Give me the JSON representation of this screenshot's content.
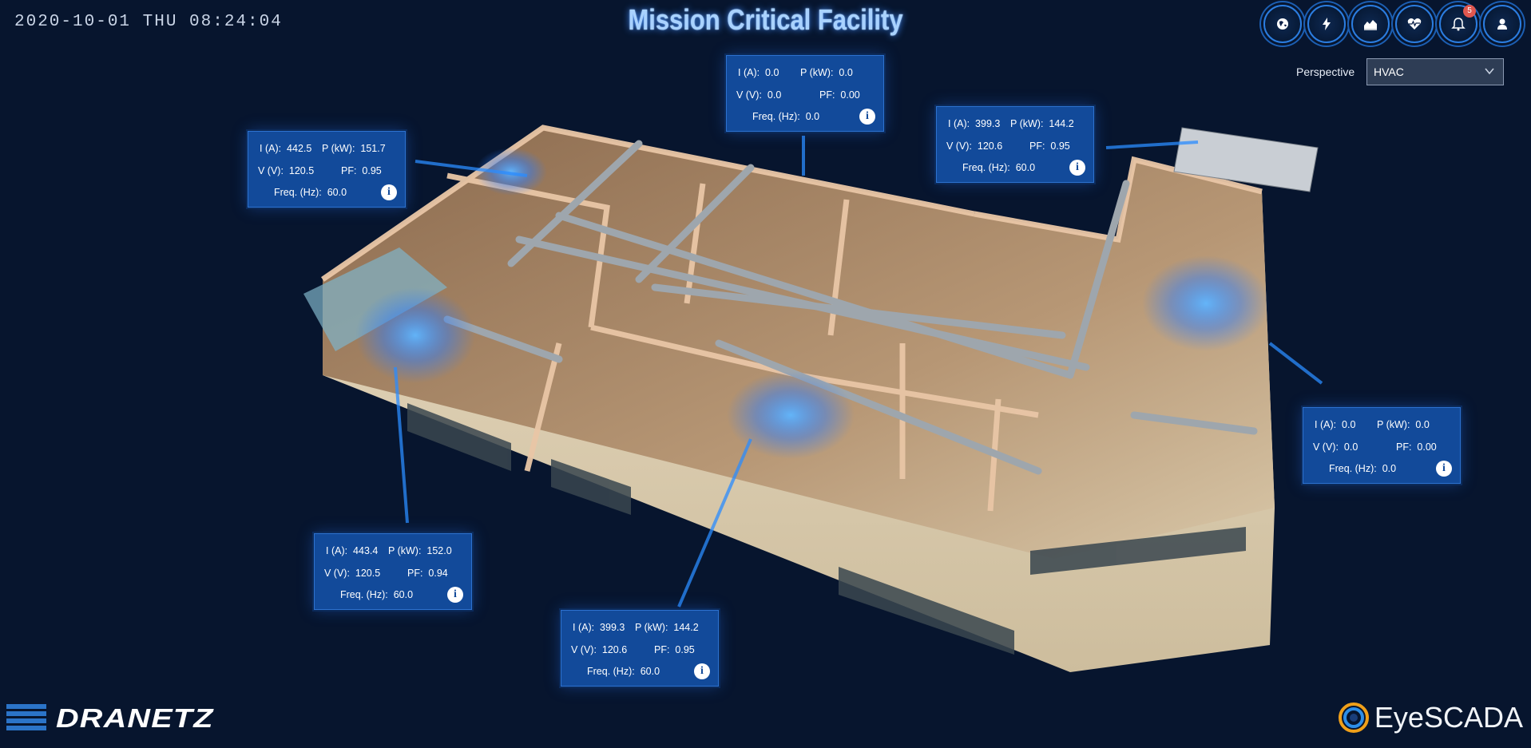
{
  "header": {
    "datetime": "2020-10-01 THU 08:24:04",
    "title": "Mission Critical Facility"
  },
  "toolbar": {
    "icons": [
      "globe-icon",
      "lightning-icon",
      "area-chart-icon",
      "heartbeat-icon",
      "bell-icon",
      "user-icon"
    ],
    "notification_count": "5"
  },
  "perspective": {
    "label": "Perspective",
    "value": "HVAC"
  },
  "panels": [
    {
      "i_label": "I (A):",
      "i": "0.0",
      "p_label": "P (kW):",
      "p": "0.0",
      "v_label": "V (V):",
      "v": "0.0",
      "pf_label": "PF:",
      "pf": "0.00",
      "f_label": "Freq. (Hz):",
      "f": "0.0"
    },
    {
      "i_label": "I (A):",
      "i": "399.3",
      "p_label": "P (kW):",
      "p": "144.2",
      "v_label": "V (V):",
      "v": "120.6",
      "pf_label": "PF:",
      "pf": "0.95",
      "f_label": "Freq. (Hz):",
      "f": "60.0"
    },
    {
      "i_label": "I (A):",
      "i": "442.5",
      "p_label": "P (kW):",
      "p": "151.7",
      "v_label": "V (V):",
      "v": "120.5",
      "pf_label": "PF:",
      "pf": "0.95",
      "f_label": "Freq. (Hz):",
      "f": "60.0"
    },
    {
      "i_label": "I (A):",
      "i": "0.0",
      "p_label": "P (kW):",
      "p": "0.0",
      "v_label": "V (V):",
      "v": "0.0",
      "pf_label": "PF:",
      "pf": "0.00",
      "f_label": "Freq. (Hz):",
      "f": "0.0"
    },
    {
      "i_label": "I (A):",
      "i": "443.4",
      "p_label": "P (kW):",
      "p": "152.0",
      "v_label": "V (V):",
      "v": "120.5",
      "pf_label": "PF:",
      "pf": "0.94",
      "f_label": "Freq. (Hz):",
      "f": "60.0"
    },
    {
      "i_label": "I (A):",
      "i": "399.3",
      "p_label": "P (kW):",
      "p": "144.2",
      "v_label": "V (V):",
      "v": "120.6",
      "pf_label": "PF:",
      "pf": "0.95",
      "f_label": "Freq. (Hz):",
      "f": "60.0"
    }
  ],
  "info_glyph": "i",
  "footer": {
    "left_brand": "DRANETZ",
    "right_brand": "EyeSCADA"
  },
  "colors": {
    "background": "#07152e",
    "panel": "#124a9a",
    "accent": "#2b7de0",
    "badge": "#e0574f"
  }
}
